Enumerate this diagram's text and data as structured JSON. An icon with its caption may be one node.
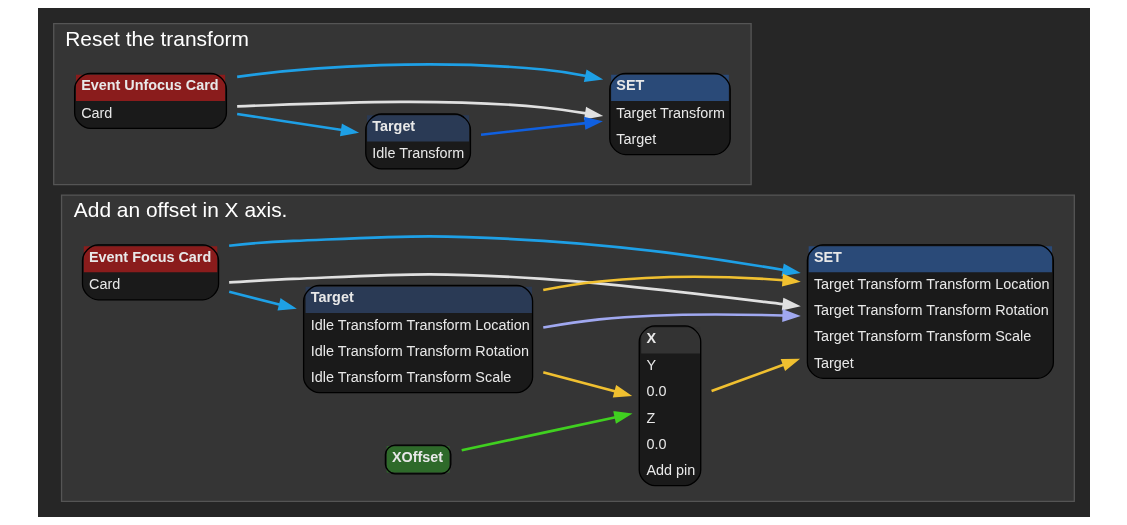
{
  "diagram": {
    "nodes": [
      {
        "text": [
          "Add an offset in X axis."
        ]
      },
      {
        "text": [
          "Event Focus Card",
          "Card"
        ],
        "in": 0
      },
      {
        "text": [
          "Target",
          "Idle Transform Transform Location",
          "Idle Transform Transform Rotation",
          "Idle Transform Transform Scale"
        ],
        "in": 0
      },
      {
        "text": [
          "XOffset"
        ],
        "in": 0
      },
      {
        "text": [
          "X",
          "Y",
          "0.0",
          "Z",
          "0.0",
          "Add pin"
        ],
        "in": 0
      },
      {
        "text": [
          "SET",
          "Target Transform Transform Location",
          "Target Transform Transform Rotation",
          "Target Transform Transform Scale",
          "Target"
        ],
        "in": 0
      },
      {
        "text": [
          "Reset the transform"
        ]
      },
      {
        "text": [
          "Event Unfocus Card",
          "Card"
        ],
        "in": 6
      },
      {
        "text": [
          "Target",
          "Idle Transform"
        ],
        "in": 6
      },
      {
        "text": [
          "SET",
          "Target Transform",
          "Target"
        ],
        "in": 6
      }
    ],
    "edges": [
      {
        "from": 1,
        "to": 5,
        "arrow": "to",
        "color": "#e0e0e0"
      },
      {
        "from": 1,
        "to": 2,
        "arrow": "to",
        "color": "#1ea0e6"
      },
      {
        "from": 1,
        "to": 5,
        "arrow": "to",
        "color": "#1ea0e6"
      },
      {
        "from": 2,
        "to": 4,
        "arrow": "to",
        "color": "#f0c030"
      },
      {
        "from": 2,
        "to": 5,
        "arrow": "to",
        "color": "#a0a8f0"
      },
      {
        "from": 2,
        "to": 5,
        "arrow": "to",
        "color": "#f0c030"
      },
      {
        "from": 3,
        "to": 4,
        "arrow": "to",
        "color": "#40d020"
      },
      {
        "from": 4,
        "to": 5,
        "arrow": "to",
        "color": "#f0c030"
      },
      {
        "from": 7,
        "to": 9,
        "arrow": "to",
        "color": "#e0e0e0"
      },
      {
        "from": 7,
        "to": 8,
        "arrow": "to",
        "color": "#1ea0e6"
      },
      {
        "from": 7,
        "to": 9,
        "arrow": "to",
        "color": "#1ea0e6"
      },
      {
        "from": 8,
        "to": 9,
        "arrow": "to",
        "color": "#1060e0"
      }
    ]
  }
}
